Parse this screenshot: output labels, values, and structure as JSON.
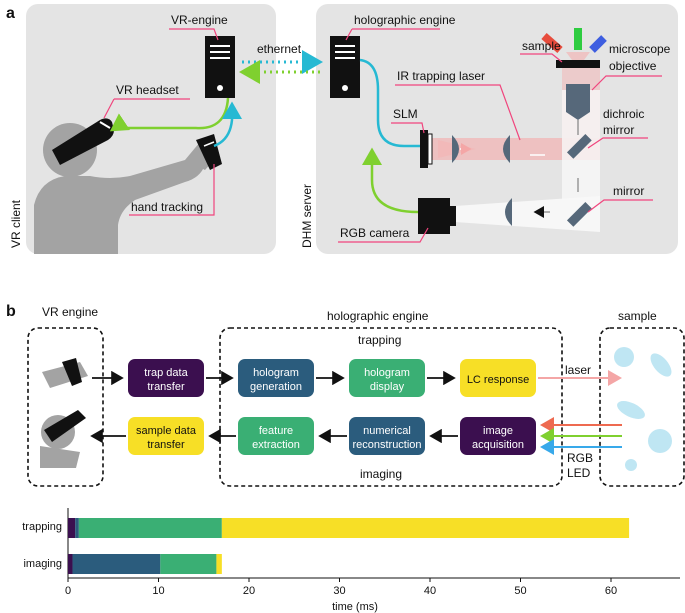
{
  "panel_a": {
    "label": "a",
    "vr_client": {
      "title": "VR client",
      "vr_engine": "VR-engine",
      "vr_headset": "VR headset",
      "hand_tracking": "hand tracking"
    },
    "link": "ethernet",
    "dhm_server": {
      "title": "DHM server",
      "holographic_engine": "holographic engine",
      "sample": "sample",
      "microscope_objective_line1": "microscope",
      "microscope_objective_line2": "objective",
      "ir_laser": "IR trapping laser",
      "slm": "SLM",
      "dichroic_line1": "dichroic",
      "dichroic_line2": "mirror",
      "mirror": "mirror",
      "rgb_camera": "RGB camera"
    }
  },
  "panel_b": {
    "label": "b",
    "vr_engine": "VR engine",
    "holographic_engine": "holographic engine",
    "sample": "sample",
    "trapping": "trapping",
    "imaging": "imaging",
    "laser": "laser",
    "rgb_line1": "RGB",
    "rgb_line2": "LED",
    "blocks": {
      "trap_data_1": "trap data",
      "trap_data_2": "transfer",
      "hologram_gen_1": "hologram",
      "hologram_gen_2": "generation",
      "hologram_disp_1": "hologram",
      "hologram_disp_2": "display",
      "lc_response": "LC response",
      "sample_data_1": "sample data",
      "sample_data_2": "transfer",
      "feature_1": "feature",
      "feature_2": "extraction",
      "numerical_1": "numerical",
      "numerical_2": "reconstruction",
      "image_acq_1": "image",
      "image_acq_2": "acquisition"
    },
    "colors": {
      "purple": "#3b0f4f",
      "blue": "#2b5c7d",
      "green": "#3aaf74",
      "yellow": "#f7df26"
    }
  },
  "chart_data": {
    "type": "bar",
    "orientation": "horizontal",
    "stacked": true,
    "categories": [
      "trapping",
      "imaging"
    ],
    "segments": {
      "trapping": [
        {
          "start": 0,
          "end": 0.8,
          "color": "#3b0f4f"
        },
        {
          "start": 0.8,
          "end": 1.2,
          "color": "#2b5c7d"
        },
        {
          "start": 1.2,
          "end": 17.0,
          "color": "#3aaf74"
        },
        {
          "start": 17.0,
          "end": 62.0,
          "color": "#f7df26"
        }
      ],
      "imaging": [
        {
          "start": 0,
          "end": 0.5,
          "color": "#3b0f4f"
        },
        {
          "start": 0.5,
          "end": 10.2,
          "color": "#2b5c7d"
        },
        {
          "start": 10.2,
          "end": 16.4,
          "color": "#3aaf74"
        },
        {
          "start": 16.4,
          "end": 17.0,
          "color": "#f7df26"
        }
      ]
    },
    "xlabel": "time (ms)",
    "xlim": [
      0,
      65
    ],
    "xticks": [
      "0",
      "10",
      "20",
      "30",
      "40",
      "50",
      "60"
    ],
    "grid": false
  }
}
